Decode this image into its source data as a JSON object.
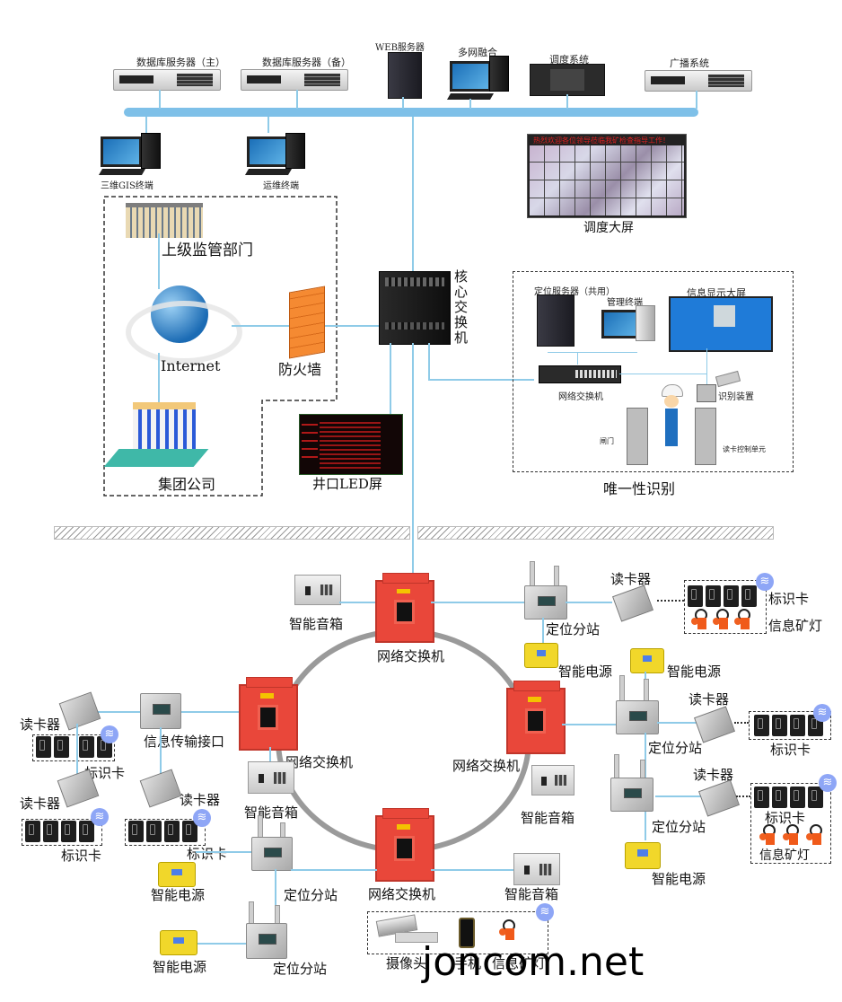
{
  "diagram": {
    "type": "network-topology",
    "title": "",
    "colors": {
      "bus_line": "#7ec0e8",
      "connector": "#8fcbe8",
      "ring": "#9a9a9a",
      "switch_red": "#e9473a",
      "power_yellow": "#f1d72a",
      "wifi_badge": "#8ea6f6"
    },
    "top_bus": {
      "servers": [
        {
          "id": "db-main",
          "label": "数据库服务器（主）"
        },
        {
          "id": "db-backup",
          "label": "数据库服务器（备）"
        },
        {
          "id": "web",
          "label": "WEB服务器"
        },
        {
          "id": "multi-net",
          "label": "多网融合"
        },
        {
          "id": "dispatch",
          "label": "调度系统"
        },
        {
          "id": "broadcast",
          "label": "广播系统"
        }
      ],
      "terminals": [
        {
          "id": "gis",
          "label": "三维GIS终端"
        },
        {
          "id": "ops",
          "label": "运维终端"
        }
      ]
    },
    "dispatch_screen": {
      "label": "调度大屏",
      "banner": "热烈欢迎各位领导莅临我矿检查指导工作！"
    },
    "external_zone": {
      "regulator": "上级监管部门",
      "internet": "Internet",
      "firewall": "防火墙",
      "group": "集团公司"
    },
    "core_switch": {
      "label": "核心交换机"
    },
    "led_screen": {
      "label": "井口LED屏"
    },
    "identity_zone": {
      "title": "唯一性识别",
      "positioning_server": "定位服务器（共用）",
      "mgmt_terminal": "管理终端",
      "info_screen": "信息显示大屏",
      "net_switch": "网络交换机",
      "recognizer": "识别装置",
      "gate": "闸门",
      "reader_ctrl": "读卡控制单元"
    },
    "underground": {
      "ring_switch_label": "网络交换机",
      "smart_speaker": "智能音箱",
      "positioning_station": "定位分站",
      "smart_power": "智能电源",
      "card_reader": "读卡器",
      "id_card": "标识卡",
      "info_lamp": "信息矿灯",
      "info_interface": "信息传输接口",
      "camera": "摄像头",
      "phone": "手机"
    },
    "watermark": "joncom.net"
  }
}
